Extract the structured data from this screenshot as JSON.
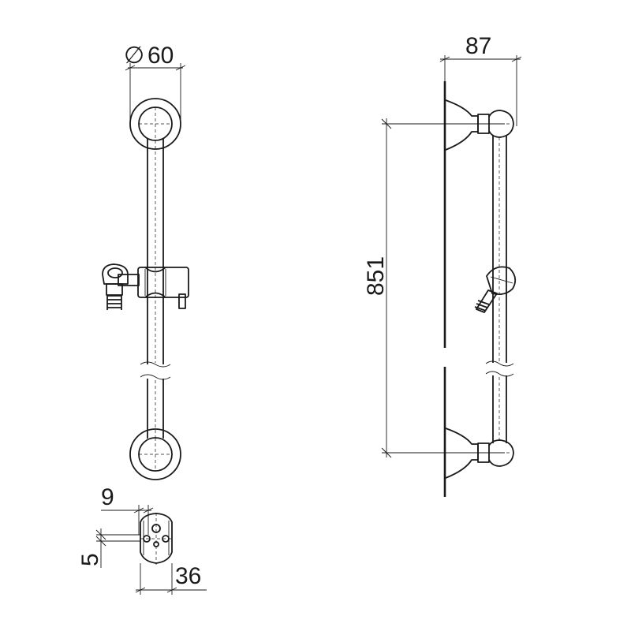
{
  "dimensions": {
    "diameter_symbol": "∅",
    "diameter": "60",
    "projection": "87",
    "length": "851",
    "hole_offset": "9",
    "hole_spacing": "5",
    "bracket_width": "36"
  },
  "colors": {
    "line": "#1a1a1a",
    "background": "#ffffff"
  }
}
